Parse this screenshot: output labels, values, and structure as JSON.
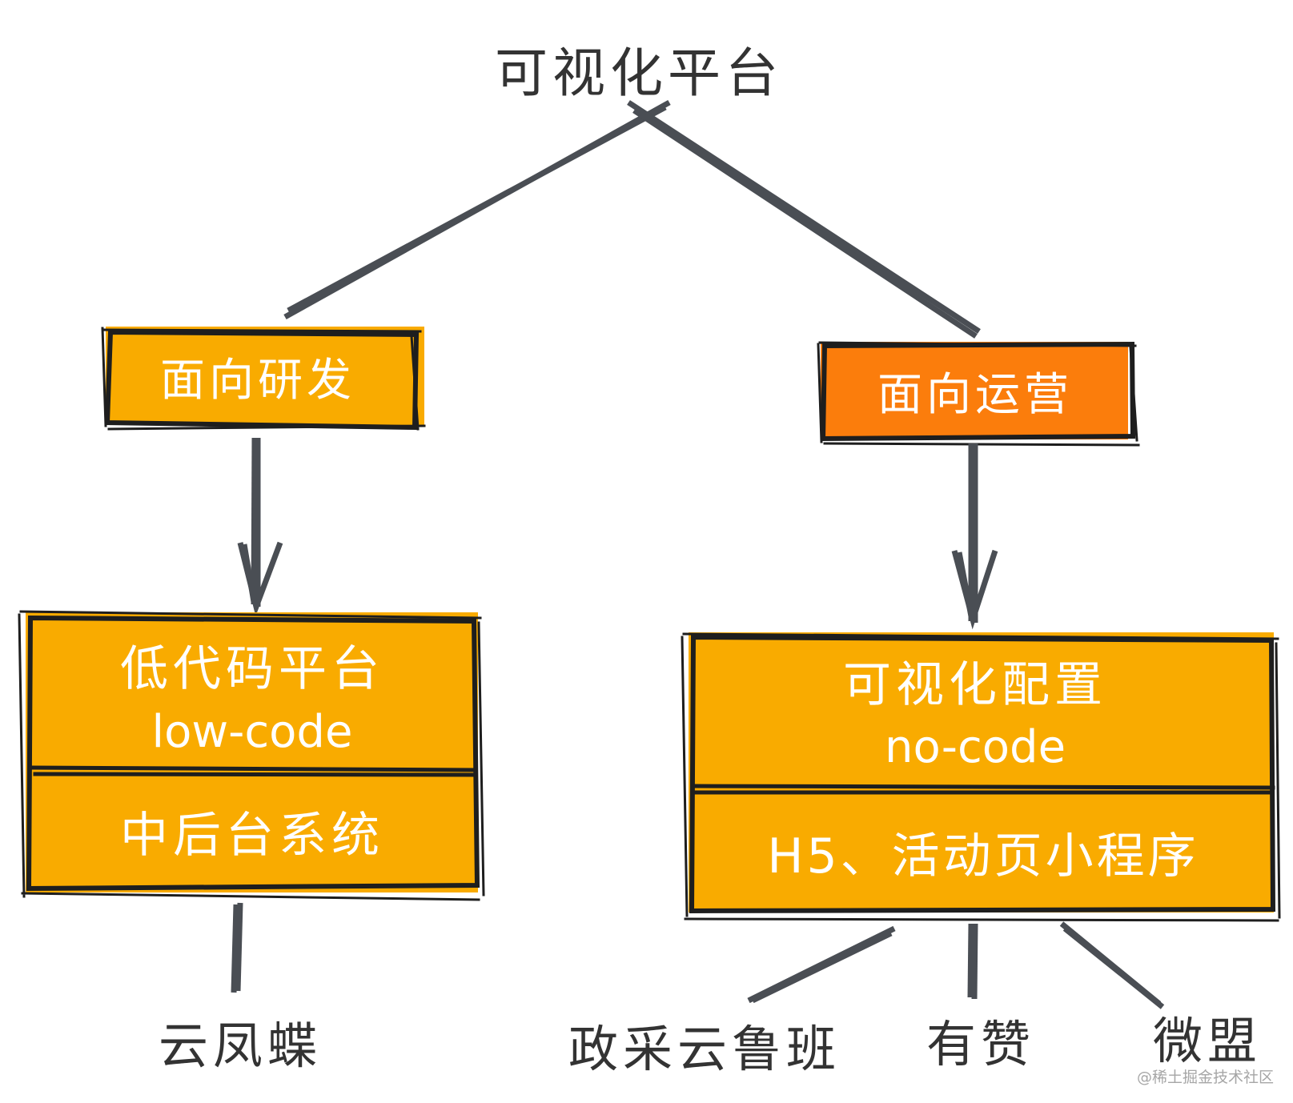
{
  "root": {
    "label": "可视化平台"
  },
  "branches": [
    {
      "label": "面向研发",
      "fill": "#f9ab00",
      "platform": {
        "name": "低代码平台",
        "subtitle": "low-code",
        "usage": "中后台系统"
      },
      "products": [
        "云凤蝶"
      ]
    },
    {
      "label": "面向运营",
      "fill": "#fb7d0c",
      "platform": {
        "name": "可视化配置",
        "subtitle": "no-code",
        "usage": "H5、活动页小程序"
      },
      "products": [
        "政采云鲁班",
        "有赞",
        "微盟"
      ]
    }
  ],
  "colors": {
    "box_amber": "#f9ab00",
    "box_orange": "#fb7d0c",
    "line": "#4a4e54",
    "border": "#1e1e1e",
    "box_text": "#ffffff"
  },
  "watermark": "@稀土掘金技术社区"
}
